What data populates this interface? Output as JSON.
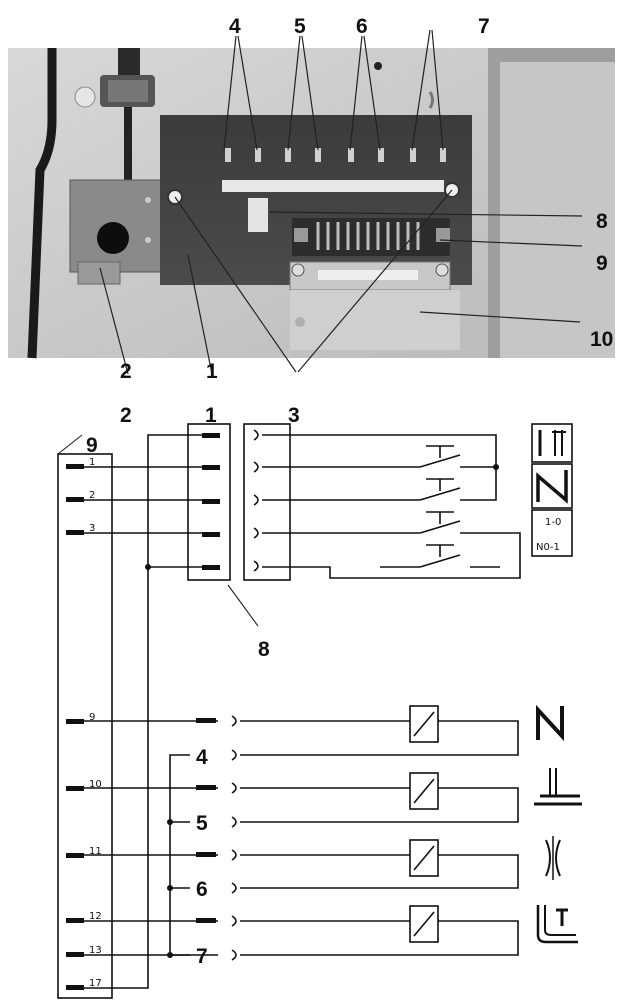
{
  "photo": {
    "callouts": [
      "4",
      "5",
      "6",
      "7",
      "8",
      "9",
      "10",
      "2",
      "1"
    ]
  },
  "schematic": {
    "labels": {
      "conn2": "2",
      "conn1": "1",
      "conn3": "3",
      "board9": "9",
      "ref8": "8",
      "s4": "4",
      "s5": "5",
      "s6": "6",
      "s7": "7"
    },
    "pins": [
      "1",
      "2",
      "3",
      "9",
      "10",
      "11",
      "12",
      "13",
      "17"
    ],
    "mode_box_text": [
      "1-0",
      "N0-1"
    ],
    "icons": [
      "needle-up-down-icon",
      "sewing-stitch-icon",
      "thread-trimmer-icon",
      "presser-foot-icon",
      "thread-tension-icon",
      "fabric-stacker-icon"
    ]
  }
}
